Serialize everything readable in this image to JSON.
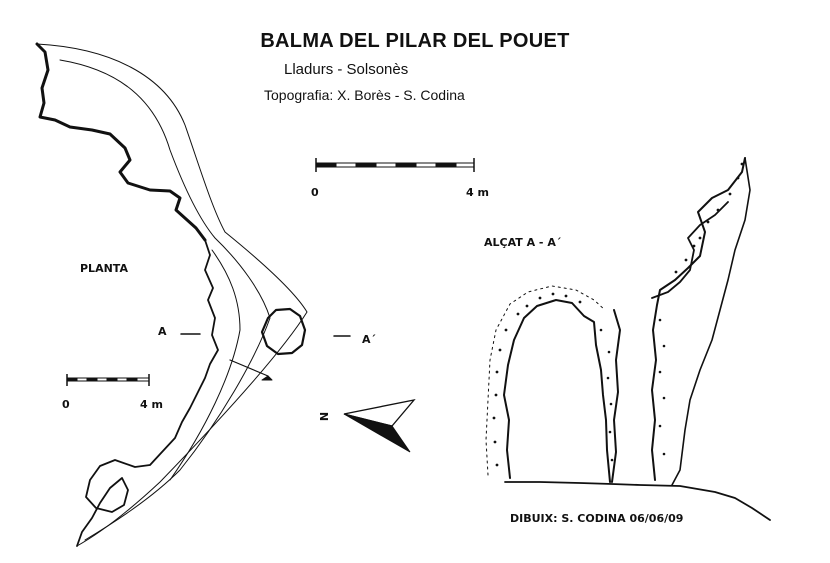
{
  "header": {
    "title": "BALMA DEL PILAR DEL POUET",
    "location": "Lladurs  -  Solsonès",
    "topography": "Topografia: X. Borès - S. Codina"
  },
  "plan": {
    "label": "PLANTA",
    "section_label_a": "A",
    "section_label_a2": "A´",
    "north_label": "N"
  },
  "elevation": {
    "label": "ALÇAT  A - A´"
  },
  "scale_top": {
    "start": "0",
    "end": "4 m"
  },
  "scale_bottom": {
    "start": "0",
    "end": "4 m"
  },
  "credit": "DIBUIX: S. CODINA   06/06/09"
}
